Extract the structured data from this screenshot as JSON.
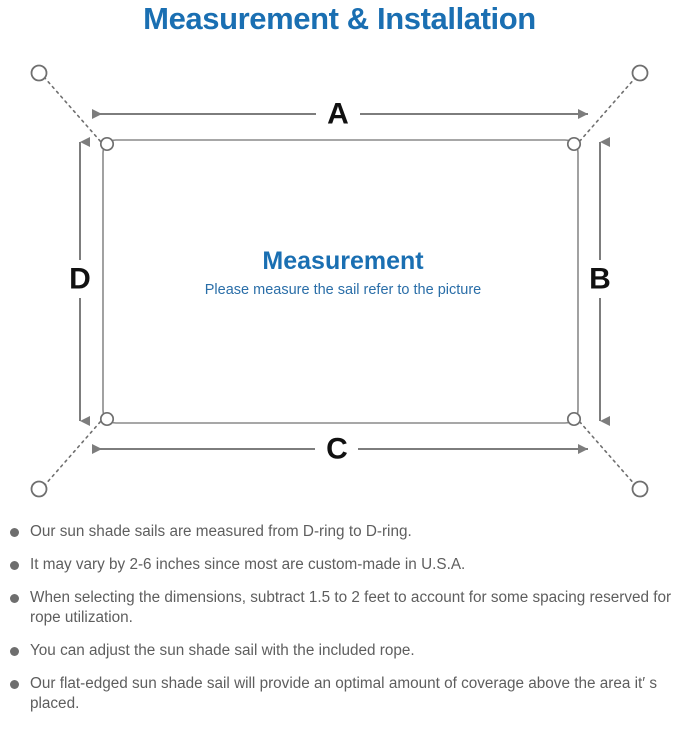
{
  "title": "Measurement & Installation",
  "colors": {
    "title_blue": "#1a6fb2",
    "center_blue": "#1a6fb2",
    "subtitle_blue": "#2a6ea8",
    "line_gray": "#808080",
    "sail_gray": "#8a8a8a",
    "note_text": "#5e5e5e",
    "bullet": "#6e6e6e",
    "label_black": "#111111",
    "background": "#ffffff"
  },
  "diagram": {
    "center_title": "Measurement",
    "center_subtitle": "Please measure the sail refer to the picture",
    "dimension_labels": [
      {
        "id": "top",
        "label": "A",
        "position": "top",
        "orientation": "horizontal"
      },
      {
        "id": "right",
        "label": "B",
        "position": "right",
        "orientation": "vertical"
      },
      {
        "id": "bottom",
        "label": "C",
        "position": "bottom",
        "orientation": "horizontal"
      },
      {
        "id": "left",
        "label": "D",
        "position": "left",
        "orientation": "vertical"
      }
    ],
    "corners": [
      {
        "id": "top-left",
        "d_ring": true,
        "anchor_ring": true,
        "rope": "dotted"
      },
      {
        "id": "top-right",
        "d_ring": true,
        "anchor_ring": true,
        "rope": "dotted"
      },
      {
        "id": "bottom-left",
        "d_ring": true,
        "anchor_ring": true,
        "rope": "dotted"
      },
      {
        "id": "bottom-right",
        "d_ring": true,
        "anchor_ring": true,
        "rope": "dotted"
      }
    ]
  },
  "notes": [
    "Our sun shade sails are measured from D-ring to D-ring.",
    "It may vary by 2-6 inches since most are custom-made in U.S.A.",
    "When selecting the dimensions, subtract 1.5 to 2 feet to account for some spacing reserved for rope utilization.",
    "You can adjust the sun shade sail with the included rope.",
    "Our flat-edged sun shade sail will provide an optimal amount of coverage above the area it′ s placed."
  ]
}
